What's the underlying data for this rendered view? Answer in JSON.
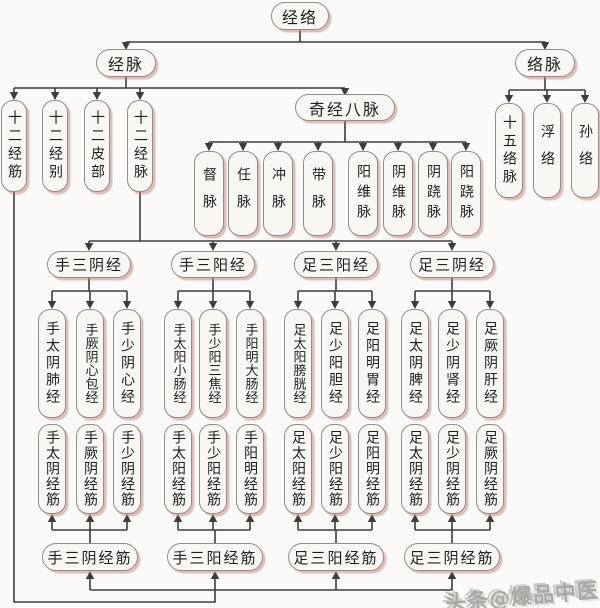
{
  "diagram": {
    "root": "经络",
    "jingmai": "经脉",
    "luomai": "络脉",
    "jingmai_children": [
      "十二经筋",
      "十二经别",
      "十二皮部",
      "十二经脉"
    ],
    "qijing_bamai": "奇经八脉",
    "qijing_children": [
      "督脉",
      "任脉",
      "冲脉",
      "带脉",
      "阳维脉",
      "阴维脉",
      "阴跷脉",
      "阳跷脉"
    ],
    "luomai_children": [
      "十五络脉",
      "浮络",
      "孙络"
    ],
    "groups": [
      {
        "label": "手三阴经",
        "meridians": [
          "手太阴肺经",
          "手厥阴心包经",
          "手少阴心经"
        ],
        "sinews": [
          "手太阴经筋",
          "手厥阴经筋",
          "手少阴经筋"
        ],
        "sinew_group": "手三阴经筋"
      },
      {
        "label": "手三阳经",
        "meridians": [
          "手太阳小肠经",
          "手少阳三焦经",
          "手阳明大肠经"
        ],
        "sinews": [
          "手太阳经筋",
          "手少阳经筋",
          "手阳明经筋"
        ],
        "sinew_group": "手三阳经筋"
      },
      {
        "label": "足三阳经",
        "meridians": [
          "足太阳膀胱经",
          "足少阳胆经",
          "足阳明胃经"
        ],
        "sinews": [
          "足太阳经筋",
          "足少阳经筋",
          "足阳明经筋"
        ],
        "sinew_group": "足三阳经筋"
      },
      {
        "label": "足三阴经",
        "meridians": [
          "足太阴脾经",
          "足少阴肾经",
          "足厥阴肝经"
        ],
        "sinews": [
          "足太阴经筋",
          "足少阴经筋",
          "足厥阴经筋"
        ],
        "sinew_group": "足三阴经筋"
      }
    ],
    "watermark": "头条@爆品中医",
    "colors": {
      "line": "#3d3d3d",
      "box_border": "#908e8b",
      "box_fill": "#f8f7f4",
      "box_shadow": "#c97e74",
      "watermark": "#a6a4a1",
      "background": "#fbfaf8"
    }
  }
}
